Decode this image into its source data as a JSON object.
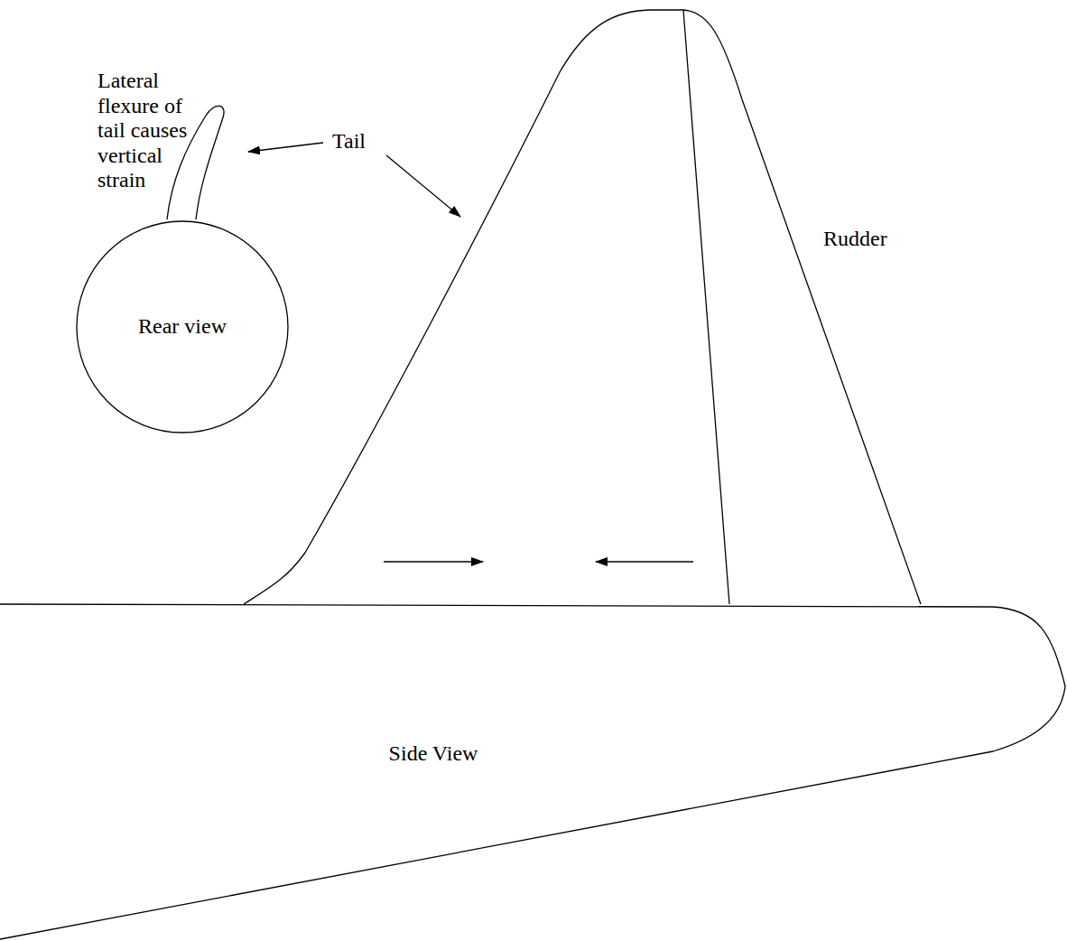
{
  "diagram": {
    "nodes": [
      {
        "text": [
          "Rear view"
        ]
      },
      {
        "text": [
          "Side View"
        ]
      }
    ],
    "labels": [
      "Lateral flexure of tail causes vertical strain",
      "Tail",
      "Rudder"
    ]
  }
}
